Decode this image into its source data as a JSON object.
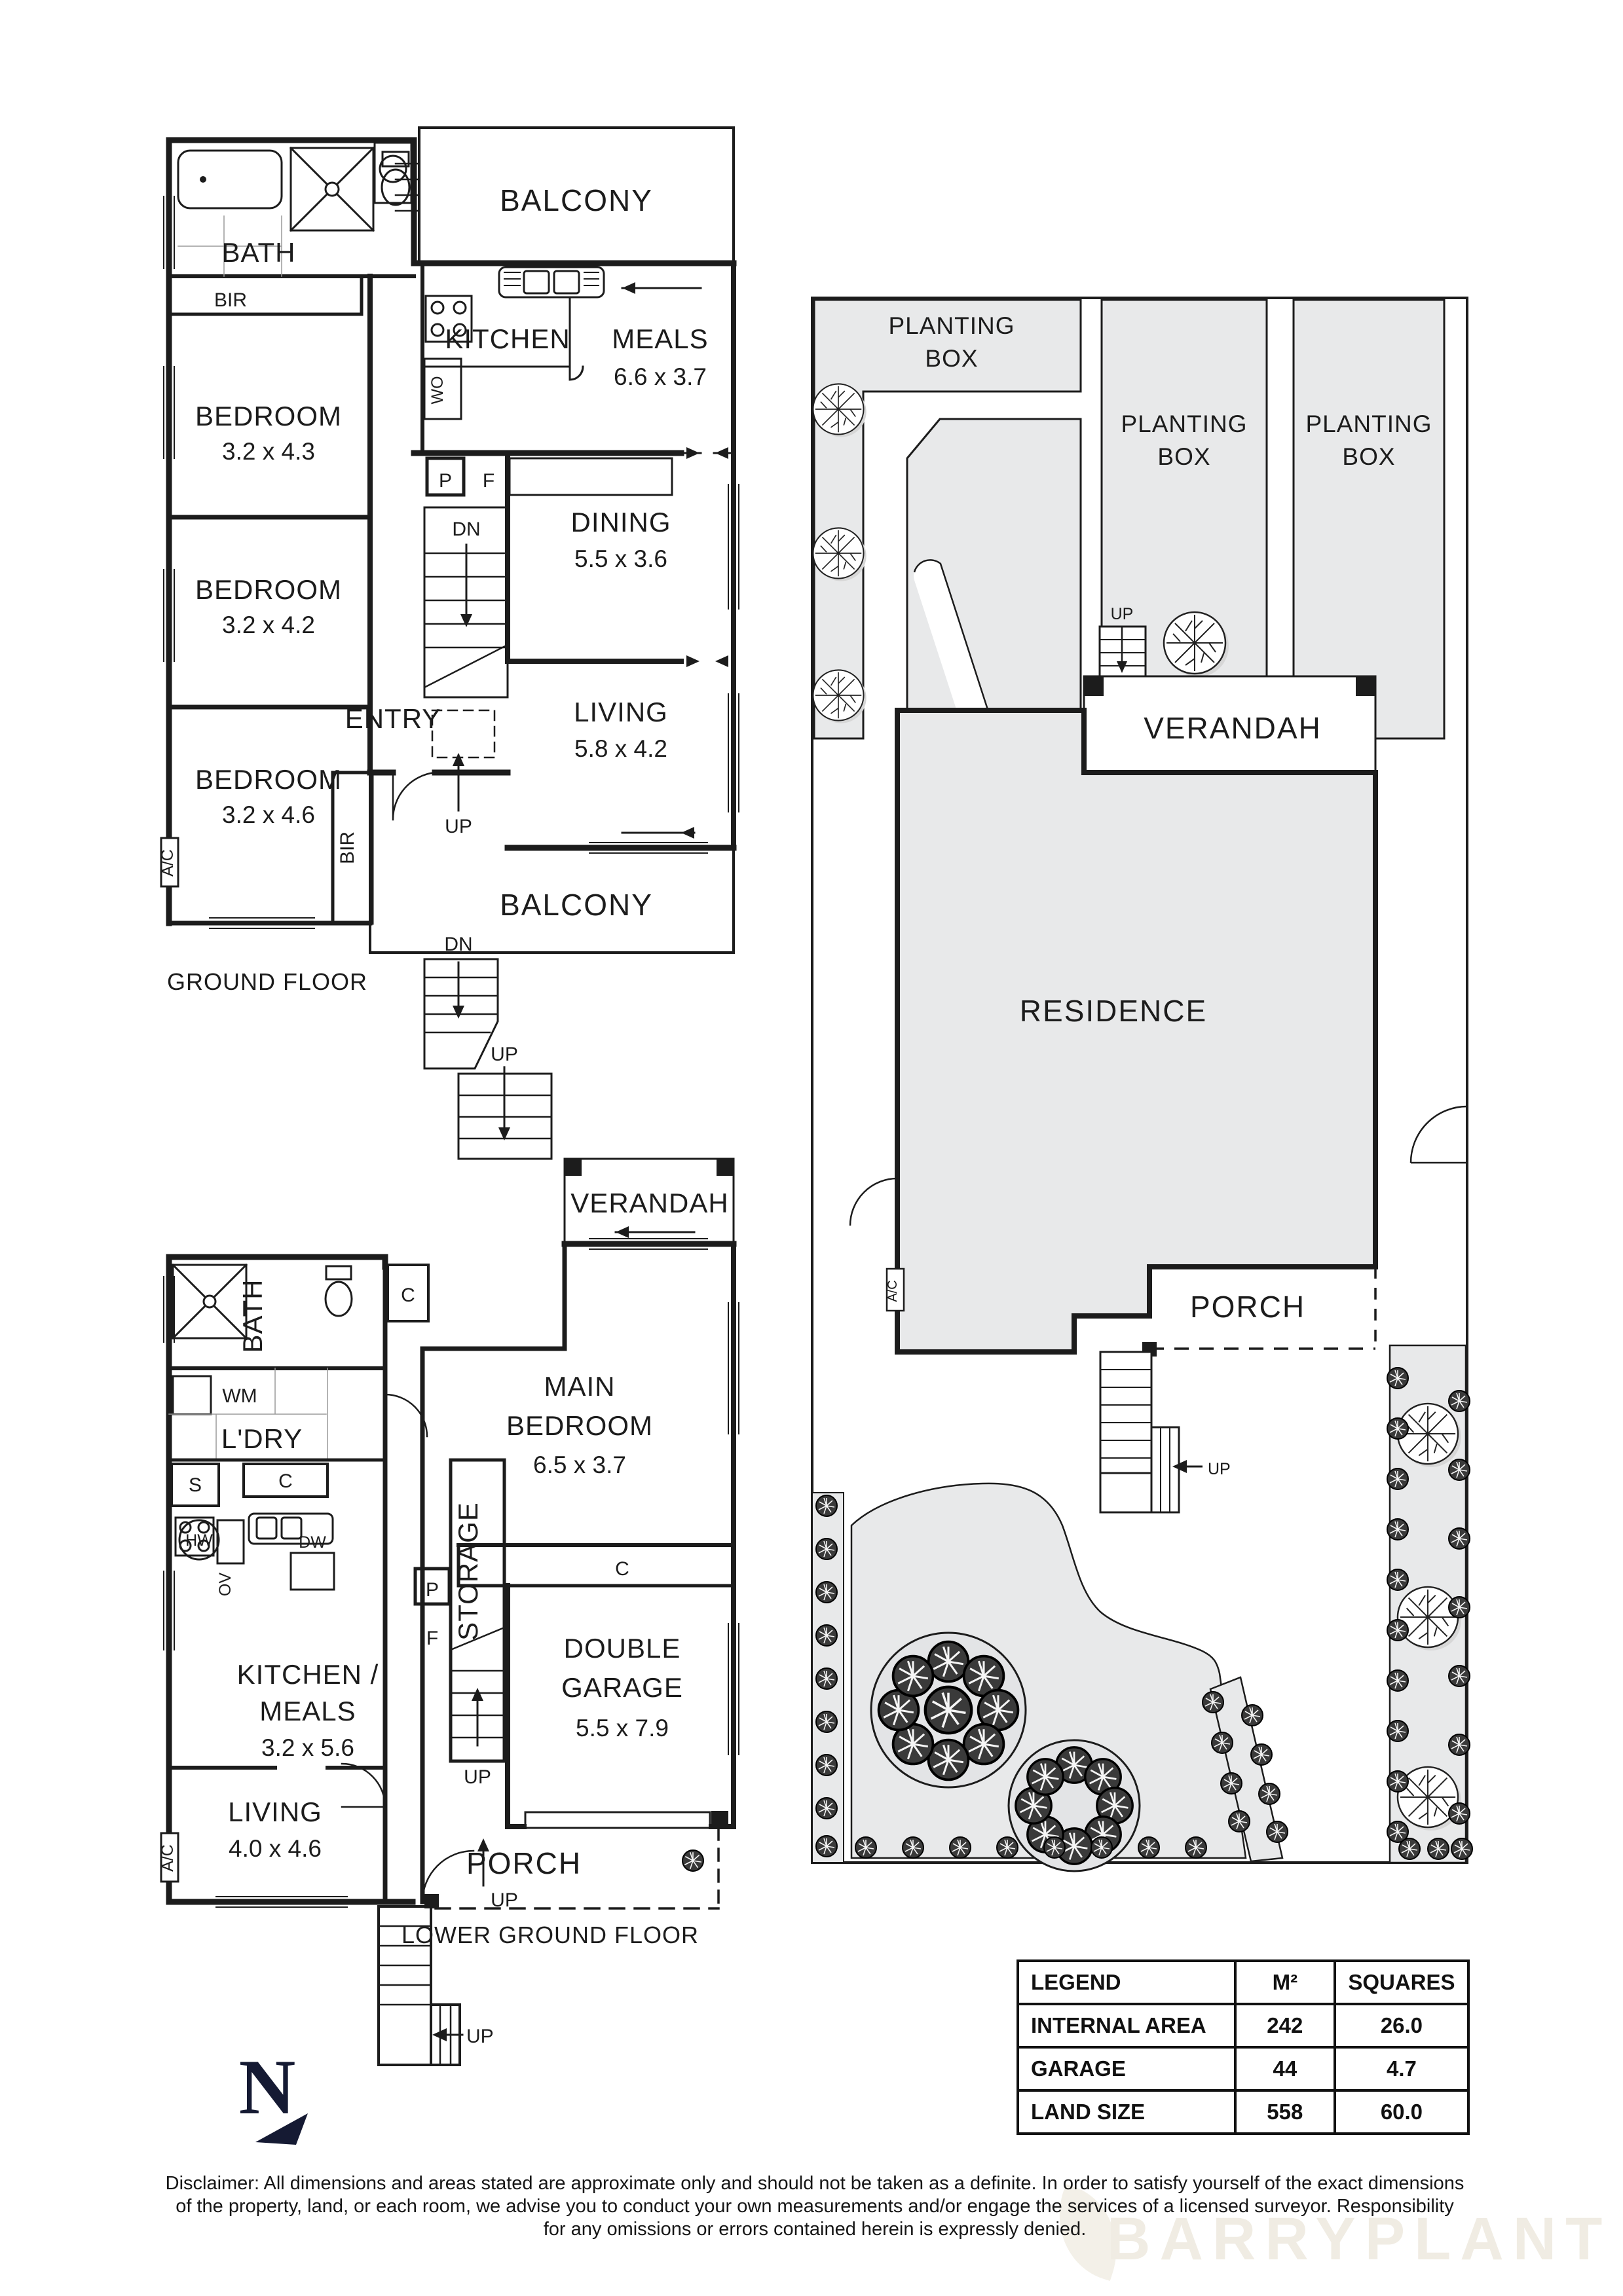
{
  "c": {
    "up": "UP",
    "dn": "DN",
    "c": "C",
    "p": "P",
    "f": "F",
    "s": "S",
    "ac": "A/C",
    "balcony": "BALCONY",
    "bath": "BATH",
    "bir": "BIR",
    "verandah": "VERANDAH",
    "porch": "PORCH",
    "wo": "WO",
    "hw": "HW",
    "wm": "WM",
    "ov": "OV",
    "dw": "DW"
  },
  "ground_floor": {
    "caption": "GROUND FLOOR",
    "kitchen": "KITCHEN",
    "entry": "ENTRY",
    "meals": {
      "name": "MEALS",
      "dims": "6.6 x 3.7"
    },
    "dining": {
      "name": "DINING",
      "dims": "5.5 x 3.6"
    },
    "living": {
      "name": "LIVING",
      "dims": "5.8 x 4.2"
    },
    "bed1": {
      "name": "BEDROOM",
      "dims": "3.2 x 4.3"
    },
    "bed2": {
      "name": "BEDROOM",
      "dims": "3.2 x 4.2"
    },
    "bed3": {
      "name": "BEDROOM",
      "dims": "3.2 x 4.6"
    }
  },
  "lower_ground_floor": {
    "caption": "LOWER GROUND FLOOR",
    "ldry": "L'DRY",
    "storage": "STORAGE",
    "mainbed": {
      "l1": "MAIN",
      "l2": "BEDROOM",
      "dims": "6.5 x 3.7"
    },
    "garage": {
      "l1": "DOUBLE",
      "l2": "GARAGE",
      "dims": "5.5 x 7.9"
    },
    "kitchen": {
      "l1": "KITCHEN /",
      "l2": "MEALS",
      "dims": "3.2 x 5.6"
    },
    "living": {
      "name": "LIVING",
      "dims": "4.0 x 4.6"
    }
  },
  "site_plan": {
    "planting": {
      "l1": "PLANTING",
      "l2": "BOX"
    },
    "residence": "RESIDENCE"
  },
  "legend": {
    "headers": [
      "LEGEND",
      "M²",
      "SQUARES"
    ],
    "rows": [
      [
        "INTERNAL AREA",
        "242",
        "26.0"
      ],
      [
        "GARAGE",
        "44",
        "4.7"
      ],
      [
        "LAND SIZE",
        "558",
        "60.0"
      ]
    ]
  },
  "north": {
    "label": "N"
  },
  "watermark": {
    "text": "BARRYPLANT"
  },
  "disclaimer": {
    "l1": "Disclaimer: All dimensions and areas stated are approximate only and should not be taken as a definite. In order to satisfy yourself of the exact dimensions",
    "l2": "of the property, land, or each room, we advise you to conduct your own measurements and/or engage the services of a licensed surveyor. Responsibility",
    "l3": "for any omissions or errors contained herein is expressly denied."
  }
}
